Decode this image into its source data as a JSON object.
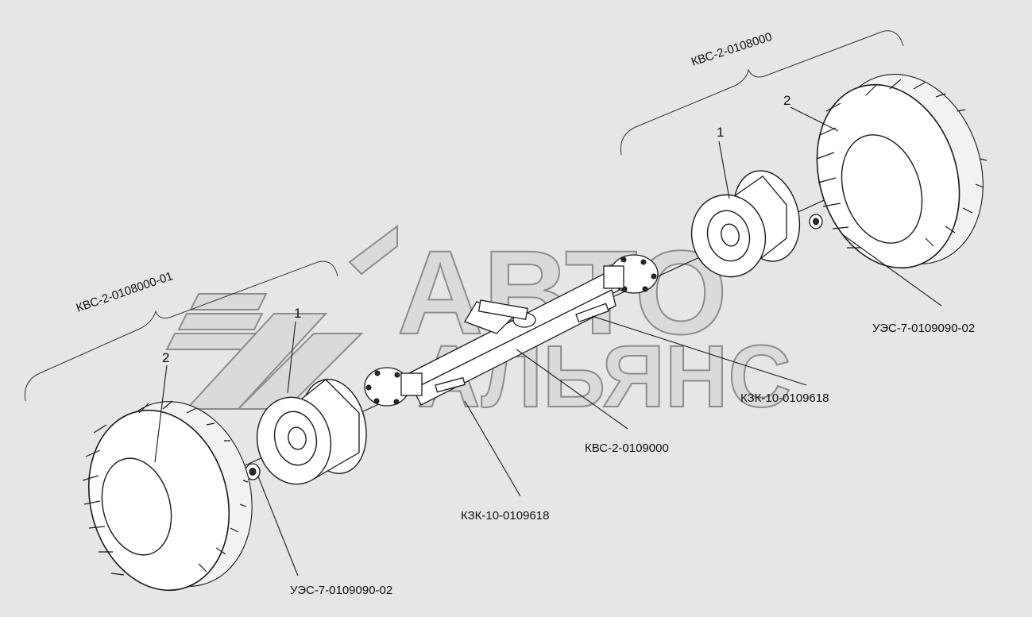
{
  "watermark": {
    "line1": "АВТО",
    "line2": "АЛЬЯНС"
  },
  "labels": {
    "assembly_right": "КВС-2-0108000",
    "assembly_left": "КВС-2-0108000-01",
    "axle": "КВС-2-0109000",
    "pin_right": "КЗК-10-0109618",
    "pin_left": "КЗК-10-0109618",
    "nut_right": "УЭС-7-0109090-02",
    "nut_left": "УЭС-7-0109090-02",
    "pos_rim_right": "1",
    "pos_tire_right": "2",
    "pos_rim_left": "1",
    "pos_tire_left": "2"
  }
}
